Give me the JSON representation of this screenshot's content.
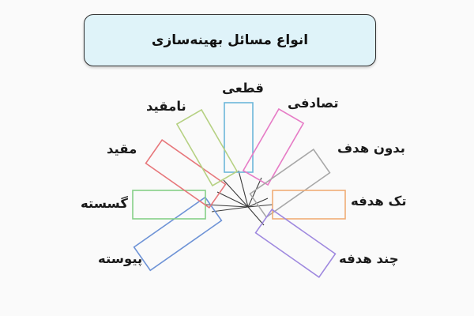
{
  "title": "انواع مسائل بهینه‌سازی",
  "categories": [
    {
      "label": "قطعی",
      "color": "#6cb6d9"
    },
    {
      "label": "تصادفی",
      "color": "#e67cc6"
    },
    {
      "label": "بدون هدف",
      "color": "#a8a8a8"
    },
    {
      "label": "تک هدفه",
      "color": "#f0ad76"
    },
    {
      "label": "چند هدفه",
      "color": "#9f89df"
    },
    {
      "label": "پیوسته",
      "color": "#6e93d6"
    },
    {
      "label": "گسسته",
      "color": "#86d087"
    },
    {
      "label": "مقید",
      "color": "#e7777b"
    },
    {
      "label": "نامقید",
      "color": "#b6d183"
    }
  ],
  "connector_color": "#3a3a3a"
}
